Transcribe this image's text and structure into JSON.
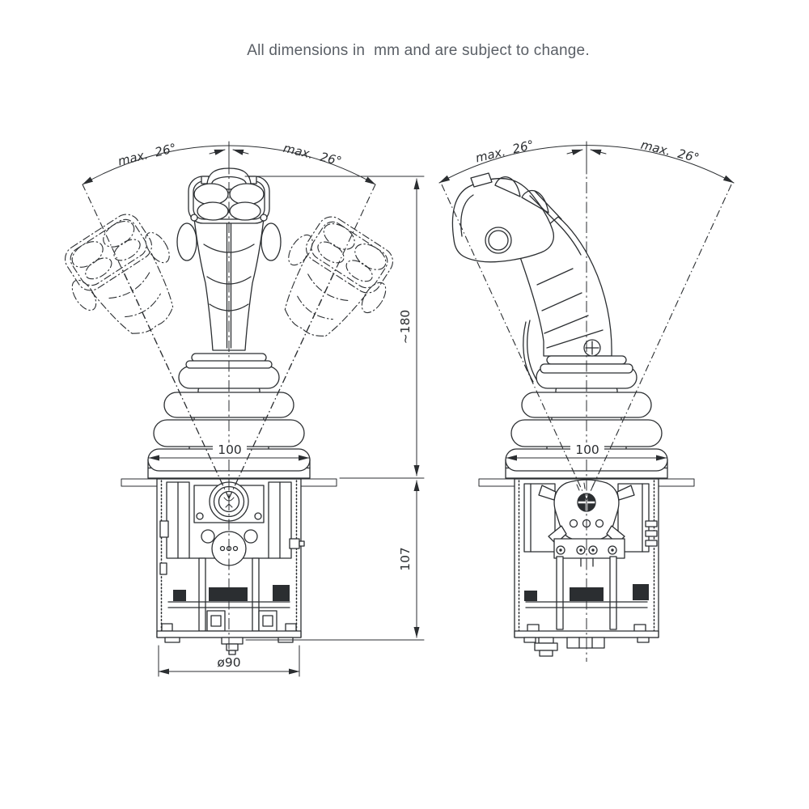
{
  "note": "All dimensions in  mm and are subject to change.",
  "front_view": {
    "tilt_left": "max.  26°",
    "tilt_right": "max.  26°",
    "bellows_width": "100",
    "housing_diameter": "ø90"
  },
  "side_view": {
    "tilt_left": "max.  26°",
    "tilt_right": "max.  26°",
    "bellows_width": "100"
  },
  "shared_dimensions": {
    "height_above_panel": "~180",
    "depth_below_panel": "107"
  }
}
